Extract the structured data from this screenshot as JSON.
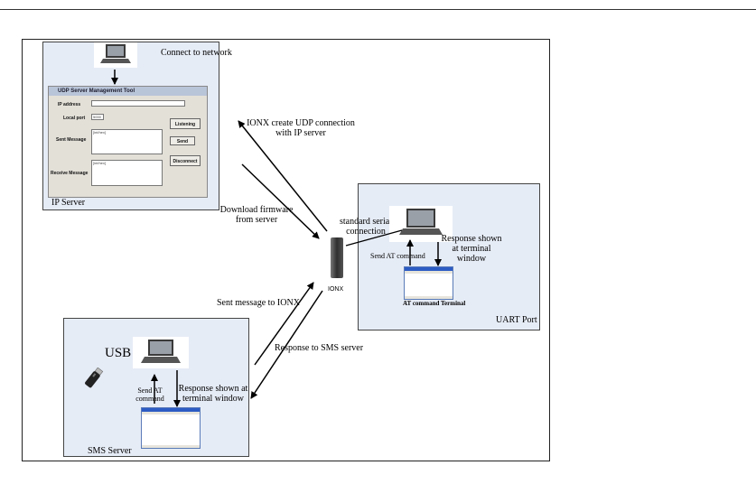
{
  "panels": {
    "ip_server": {
      "label": "IP Server"
    },
    "uart_port": {
      "label": "UART Port"
    },
    "sms_server": {
      "label": "SMS Server"
    }
  },
  "device": {
    "label": "IONX"
  },
  "labels": {
    "connect_to_network": "Connect to network",
    "create_udp_line1": "IONX create UDP connection",
    "create_udp_line2": "with IP server",
    "download_line1": "Download firmware",
    "download_line2": "from server",
    "serial_line1": "standard serial",
    "serial_line2": "connection",
    "uart_send_at": "Send AT command",
    "uart_response_line1": "Response shown",
    "uart_response_line2": "at terminal",
    "uart_response_line3": "window",
    "at_terminal": "AT command Terminal",
    "sent_message": "Sent message to IONX",
    "response_sms": "Response to SMS server",
    "usb": "USB",
    "sms_send_line1": "Send AT",
    "sms_send_line2": "command",
    "sms_response_line1": "Response shown at",
    "sms_response_line2": "terminal window"
  },
  "app_window": {
    "title": "UDP Server Management Tool",
    "ip_label": "IP address",
    "port_label": "Local port",
    "port_value": "5000",
    "sent_label": "Sent Message",
    "sent_value": "[int/hex]",
    "receive_label": "Receive Message",
    "receive_value": "[int/hex]",
    "btn_listening": "Listening",
    "btn_send": "Send",
    "btn_disconnect": "Disconnect"
  },
  "colors": {
    "panel_fill": "#e6ecf6",
    "arrow": "#000000"
  }
}
